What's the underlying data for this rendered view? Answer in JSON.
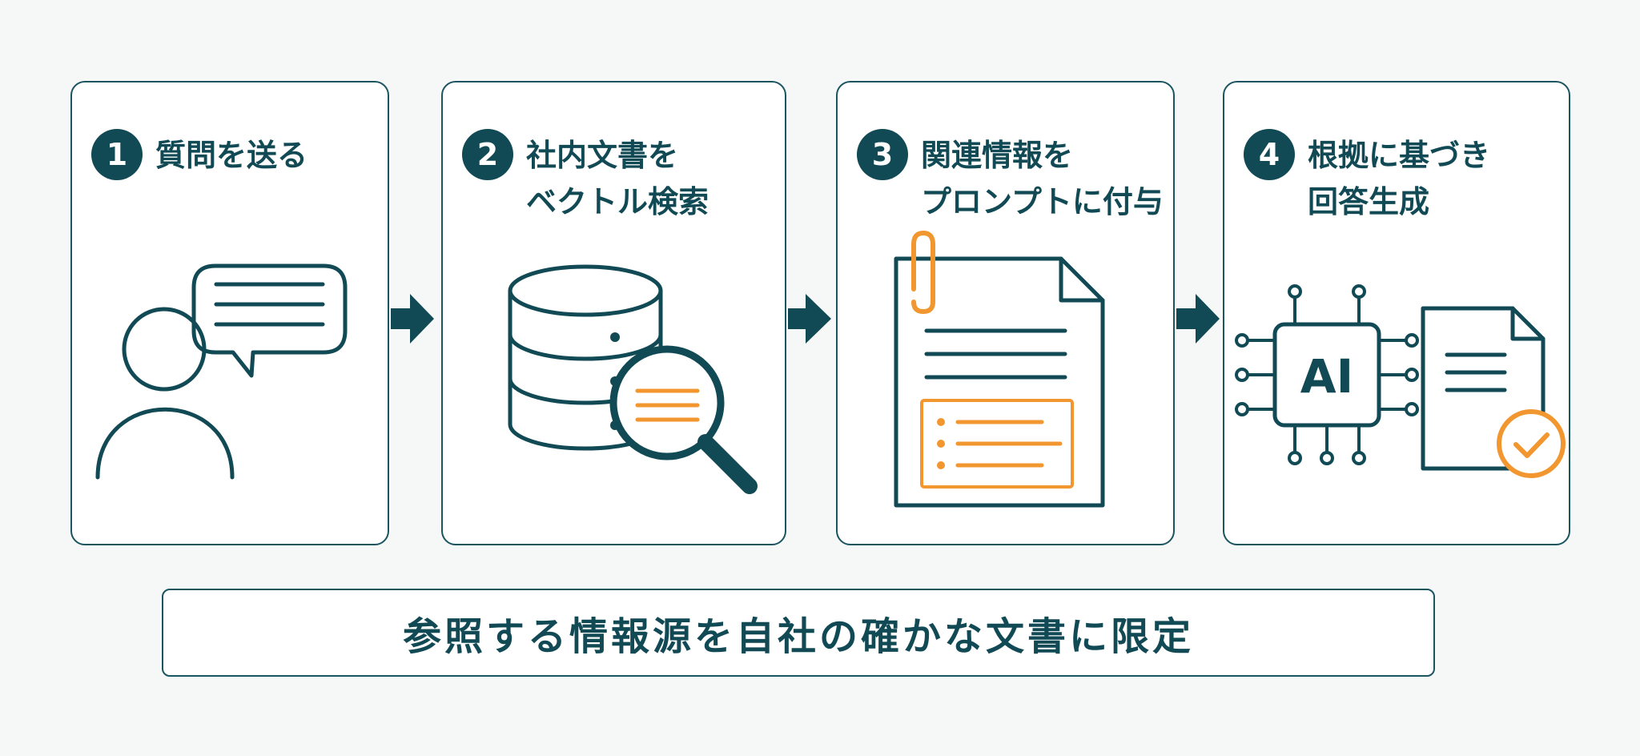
{
  "colors": {
    "primary": "#114a55",
    "accent": "#f2962f",
    "card_border": "#1a5560",
    "background": "#f6f8f8"
  },
  "steps": [
    {
      "number": "1",
      "title_lines": [
        "質問を送る"
      ],
      "icon": "person-with-speech-bubble-icon"
    },
    {
      "number": "2",
      "title_lines": [
        "社内文書を",
        "ベクトル検索"
      ],
      "icon": "database-with-magnifier-icon"
    },
    {
      "number": "3",
      "title_lines": [
        "関連情報を",
        "プロンプトに付与"
      ],
      "icon": "document-with-paperclip-icon"
    },
    {
      "number": "4",
      "title_lines": [
        "根拠に基づき",
        "回答生成"
      ],
      "icon": "ai-chip-with-checked-document-icon",
      "chip_label": "AI"
    }
  ],
  "banner": {
    "text": "参照する情報源を自社の確かな文書に限定"
  }
}
